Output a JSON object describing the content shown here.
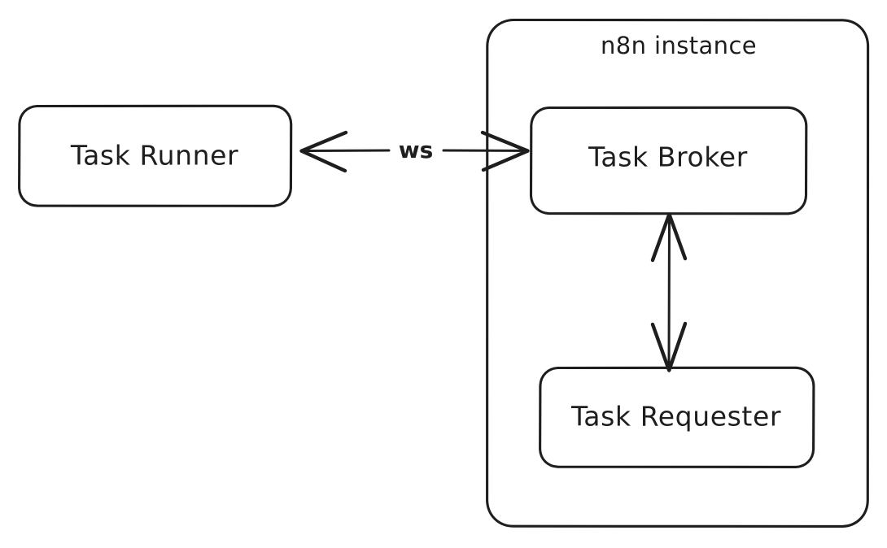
{
  "diagram": {
    "type": "architecture-block-diagram",
    "background_color": "#ffffff",
    "stroke_color": "#1e1e1e",
    "text_color": "#1e1e1e",
    "style": "hand-drawn",
    "container": {
      "label": "n8n instance",
      "label_position": "top-center"
    },
    "nodes": [
      {
        "id": "task-runner",
        "label": "Task Runner",
        "inside_container": false
      },
      {
        "id": "task-broker",
        "label": "Task Broker",
        "inside_container": true
      },
      {
        "id": "task-requester",
        "label": "Task Requester",
        "inside_container": true
      }
    ],
    "edges": [
      {
        "id": "runner-broker",
        "from": "task-runner",
        "to": "task-broker",
        "label": "ws",
        "direction": "bidirectional",
        "orientation": "horizontal"
      },
      {
        "id": "broker-requester",
        "from": "task-broker",
        "to": "task-requester",
        "label": "",
        "direction": "bidirectional",
        "orientation": "vertical"
      }
    ]
  }
}
